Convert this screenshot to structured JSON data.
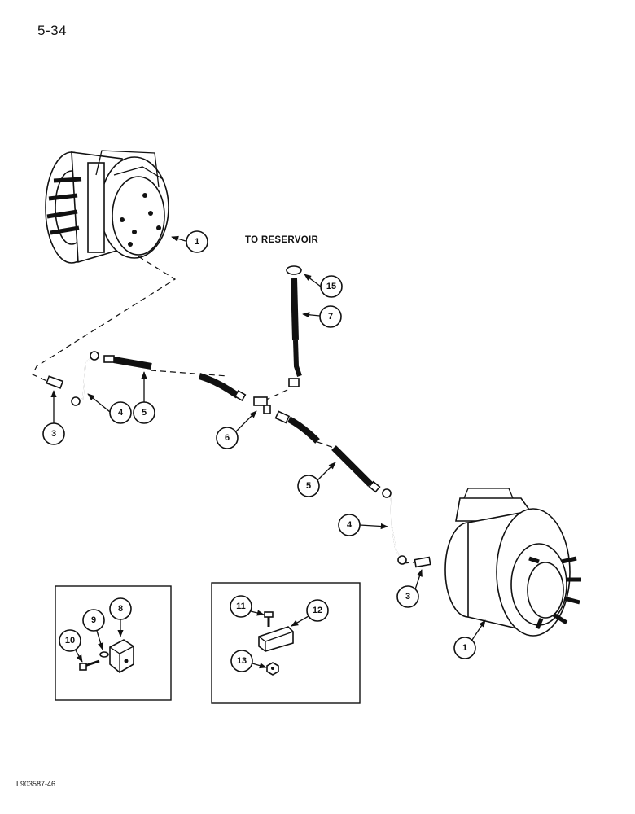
{
  "page": {
    "number": "5-34",
    "drawing_code": "L903587-46"
  },
  "annotation": {
    "to_reservoir": "TO RESERVOIR"
  },
  "callouts": {
    "c1_top": "1",
    "c1_bottom": "1",
    "c3_left": "3",
    "c3_right": "3",
    "c4_left": "4",
    "c4_right": "4",
    "c5_left": "5",
    "c5_right": "5",
    "c6": "6",
    "c7": "7",
    "c8": "8",
    "c9": "9",
    "c10": "10",
    "c11": "11",
    "c12": "12",
    "c13": "13",
    "c15": "15"
  }
}
